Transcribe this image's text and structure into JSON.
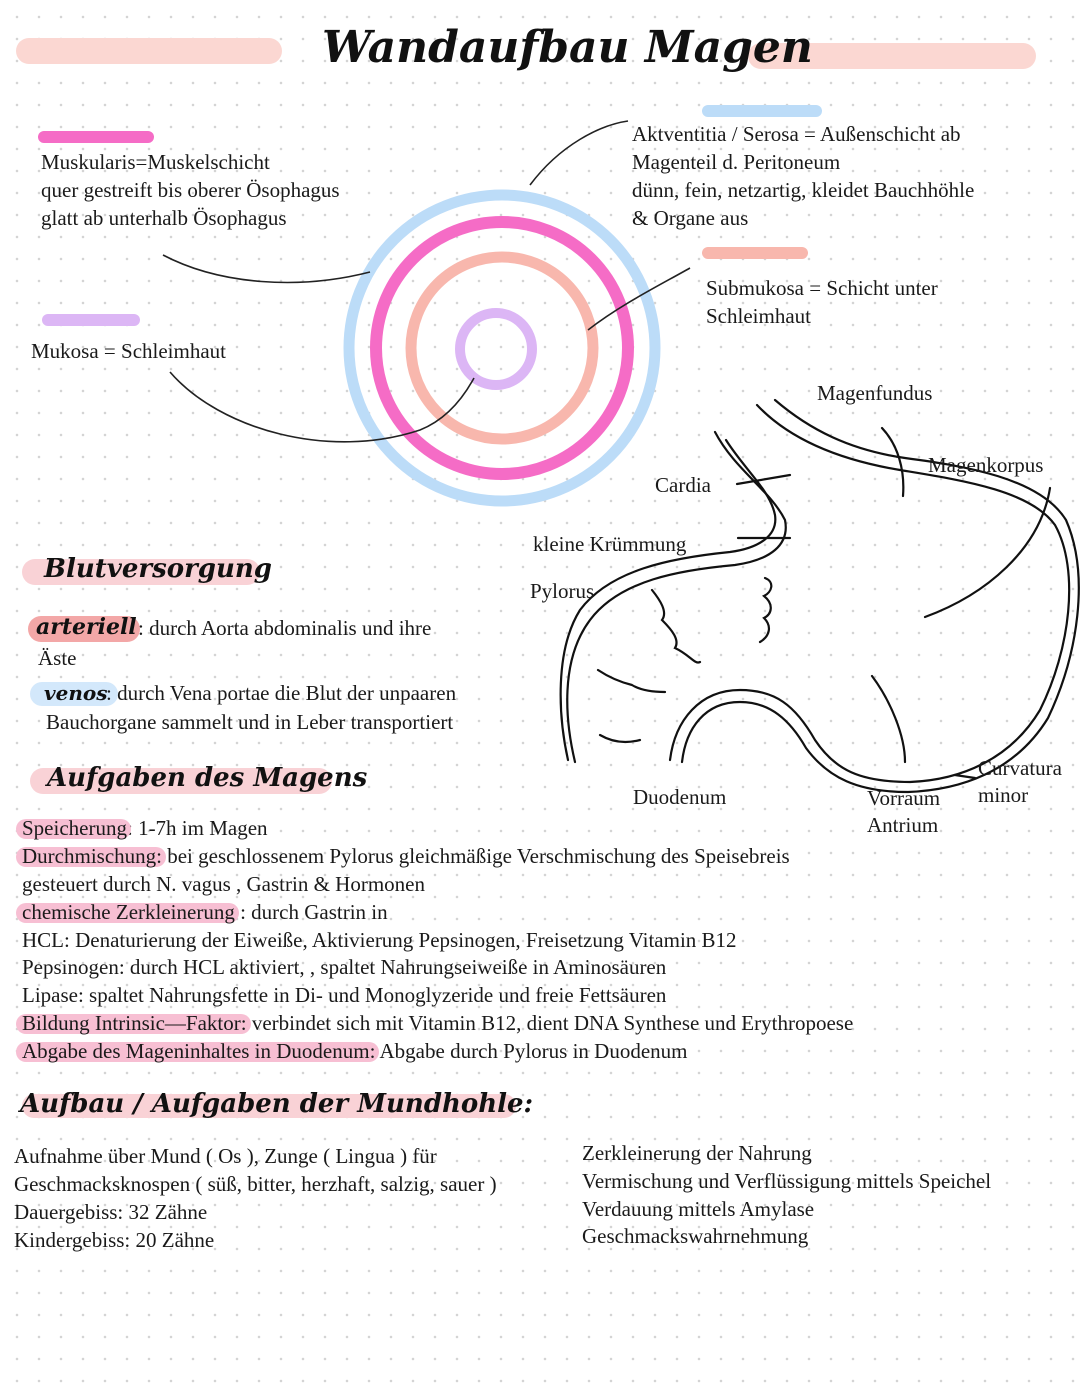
{
  "title": "Wandaufbau Magen",
  "colors": {
    "pink": "#f56cc6",
    "salmon": "#f8b7ad",
    "lilac": "#dcb6f5",
    "blue": "#bcdcf8",
    "title_bar": "#fbd7d2",
    "highlight": "#f7bfd3"
  },
  "layers": {
    "muskularis": [
      "Muskularis=Muskelschicht",
      "quer gestreift bis oberer Ösophagus",
      "glatt ab unterhalb Ösophagus"
    ],
    "serosa": [
      "Aktventitia / Serosa = Außenschicht ab",
      "Magenteil d. Peritoneum",
      "dünn, fein, netzartig, kleidet Bauchhöhle",
      "& Organe aus"
    ],
    "submukosa": [
      "Submukosa = Schicht unter",
      "Schleimhaut"
    ],
    "mukosa": "Mukosa = Schleimhaut"
  },
  "stomach": {
    "fundus": "Magenfundus",
    "korpus": "Magenkorpus",
    "cardia": "Cardia",
    "kleine": "kleine Krümmung",
    "pylorus": "Pylorus",
    "duodenum": "Duodenum",
    "vorraum": [
      "Vorraum",
      "Antrium"
    ],
    "curvatura": [
      "Curvatura",
      "minor"
    ]
  },
  "blut": {
    "heading": "Blutversorgung",
    "arteriell_label": "arteriell",
    "arteriell_text": ": durch Aorta abdominalis und ihre",
    "arteriell_text2": "Äste",
    "venos_label": "venos",
    "venos_text": ": durch Vena portae die Blut der unpaaren",
    "venos_text2": "Bauchorgane sammelt und in Leber transportiert"
  },
  "aufgaben": {
    "heading": "Aufgaben des Magens",
    "lines": [
      {
        "term": "Speicherung",
        "rest": ": 1-7h im Magen"
      },
      {
        "term": "Durchmischung:",
        "rest": " bei geschlossenem Pylorus gleichmäßige Verschmischung des Speisebreis"
      },
      {
        "term": "",
        "rest": "gesteuert durch N. vagus , Gastrin & Hormonen"
      },
      {
        "term": "chemische Zerkleinerung",
        "rest": " : durch Gastrin in"
      },
      {
        "term": "",
        "rest": "HCL: Denaturierung der Eiweiße, Aktivierung Pepsinogen, Freisetzung Vitamin B12"
      },
      {
        "term": "",
        "rest": "Pepsinogen: durch HCL aktiviert, , spaltet Nahrungseiweiße in Aminosäuren"
      },
      {
        "term": "",
        "rest": "Lipase: spaltet Nahrungsfette in Di- und Monoglyzeride und freie Fettsäuren"
      },
      {
        "term": "Bildung Intrinsic—Faktor:",
        "rest": " verbindet sich mit Vitamin B12,  dient DNA Synthese und Erythropoese"
      },
      {
        "term": "Abgabe des Mageninhaltes in Duodenum:",
        "rest": " Abgabe durch Pylorus in Duodenum"
      }
    ]
  },
  "mund": {
    "heading": "Aufbau / Aufgaben der Mundhohle:",
    "left": [
      "Aufnahme über Mund ( Os ), Zunge ( Lingua ) für",
      "Geschmacksknospen ( süß, bitter, herzhaft, salzig, sauer )",
      "Dauergebiss: 32 Zähne",
      "Kindergebiss: 20 Zähne"
    ],
    "right": [
      "Zerkleinerung der Nahrung",
      "Vermischung und Verflüssigung mittels Speichel",
      "Verdauung mittels Amylase",
      "Geschmackswahrnehmung"
    ]
  }
}
